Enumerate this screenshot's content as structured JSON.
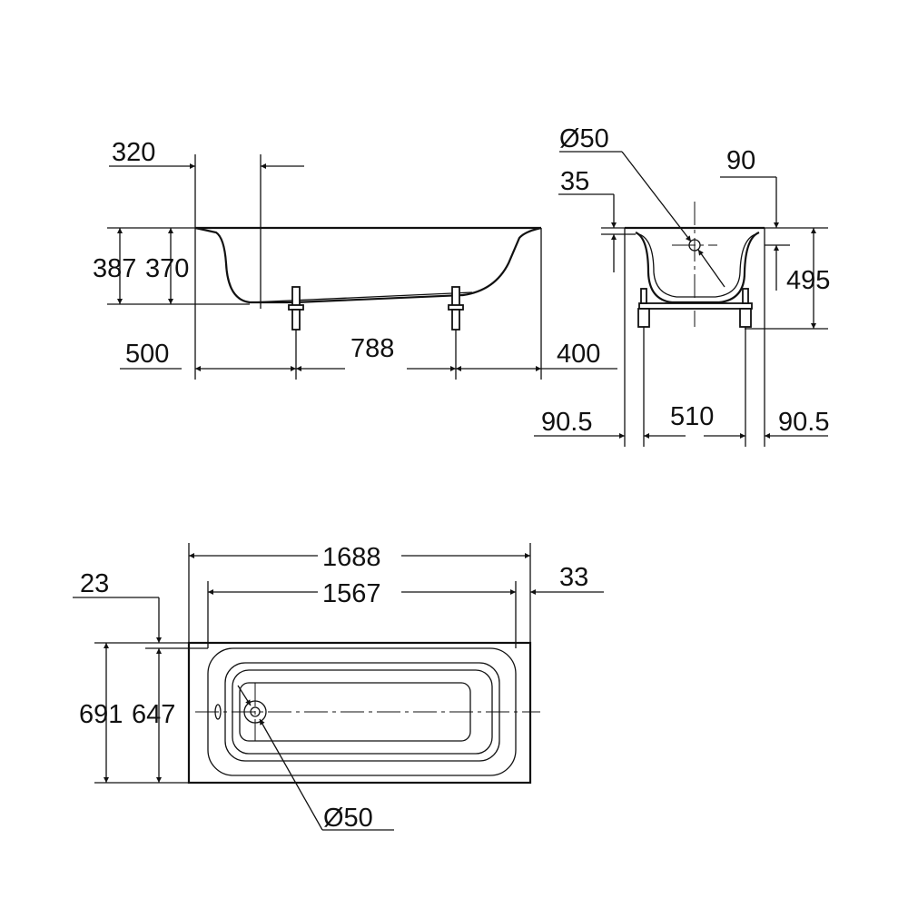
{
  "side_view": {
    "dims": {
      "d320": "320",
      "d387": "387",
      "d370": "370",
      "d500": "500",
      "d788": "788",
      "d400": "400"
    }
  },
  "end_view": {
    "dims": {
      "d_drain": "Ø50",
      "d90": "90",
      "d35": "35",
      "d495": "495",
      "d90_5_left": "90.5",
      "d510": "510",
      "d90_5_right": "90.5"
    }
  },
  "plan_view": {
    "dims": {
      "d1688": "1688",
      "d1567": "1567",
      "d33": "33",
      "d23": "23",
      "d691": "691",
      "d647": "647",
      "d_drain": "Ø50"
    }
  }
}
